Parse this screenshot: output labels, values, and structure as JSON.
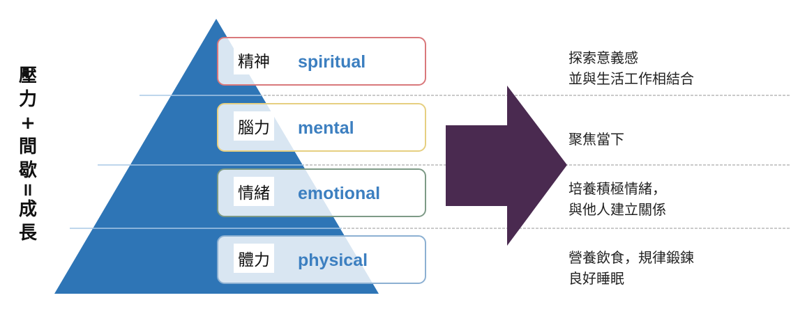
{
  "side_label": [
    "壓",
    "力",
    "+",
    "間",
    "歇",
    "=",
    "成",
    "長"
  ],
  "levels": [
    {
      "zh": "精神",
      "en": "spiritual",
      "description": [
        "探索意義感",
        "並與生活工作相結合"
      ],
      "border": "#d9787b"
    },
    {
      "zh": "腦力",
      "en": "mental",
      "description": [
        "聚焦當下"
      ],
      "border": "#e6cf80"
    },
    {
      "zh": "情緒",
      "en": "emotional",
      "description": [
        "培養積極情緒，",
        "與他人建立關係"
      ],
      "border": "#7d9a86"
    },
    {
      "zh": "體力",
      "en": "physical",
      "description": [
        "營養飲食，規律鍛鍊",
        "良好睡眠"
      ],
      "border": "#8cb0d2"
    }
  ],
  "colors": {
    "pyramid": "#2e75b6",
    "arrow": "#4a2a50",
    "english": "#3c7fc0"
  }
}
